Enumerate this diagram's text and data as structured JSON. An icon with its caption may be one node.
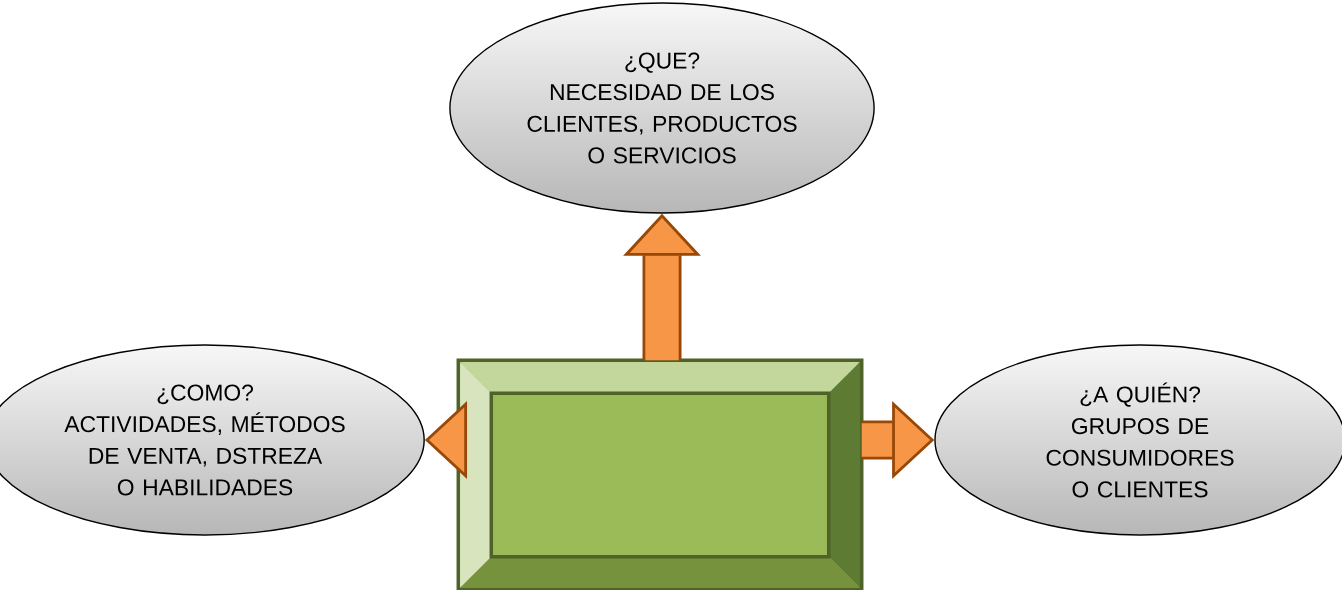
{
  "diagram": {
    "nodes": [
      {
        "text": [],
        "shape": "box"
      },
      {
        "text": [
          "¿QUE?",
          "NECESIDAD DE LOS CLIENTES, PRODUCTOS O SERVICIOS"
        ]
      },
      {
        "text": [
          "¿COMO?",
          "ACTIVIDADES, MÉTODOS DE VENTA, DSTREZA O HABILIDADES"
        ]
      },
      {
        "text": [
          "¿A QUIÉN?",
          "GRUPOS DE CONSUMIDORES O CLIENTES"
        ]
      }
    ],
    "edges": [
      {
        "from": 0,
        "to": 1,
        "arrow": "to"
      },
      {
        "from": 0,
        "to": 2,
        "arrow": "to"
      },
      {
        "from": 0,
        "to": 3,
        "arrow": "to"
      }
    ]
  }
}
